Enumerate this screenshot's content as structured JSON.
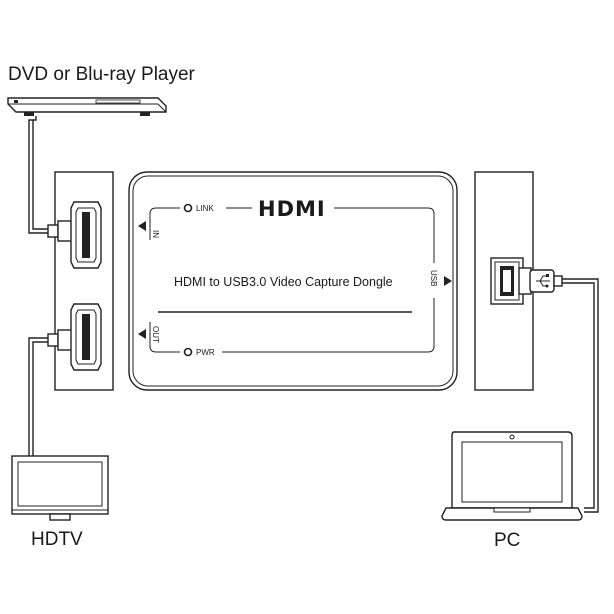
{
  "labels": {
    "source_device": "DVD or Blu-ray Player",
    "display_device": "HDTV",
    "computer_device": "PC",
    "product_name": "HDMI to USB3.0 Video Capture Dongle",
    "logo": "HDMI",
    "link_led": "LINK",
    "power_led": "PWR",
    "port_in": "IN",
    "port_out": "OUT",
    "port_usb": "USB"
  }
}
